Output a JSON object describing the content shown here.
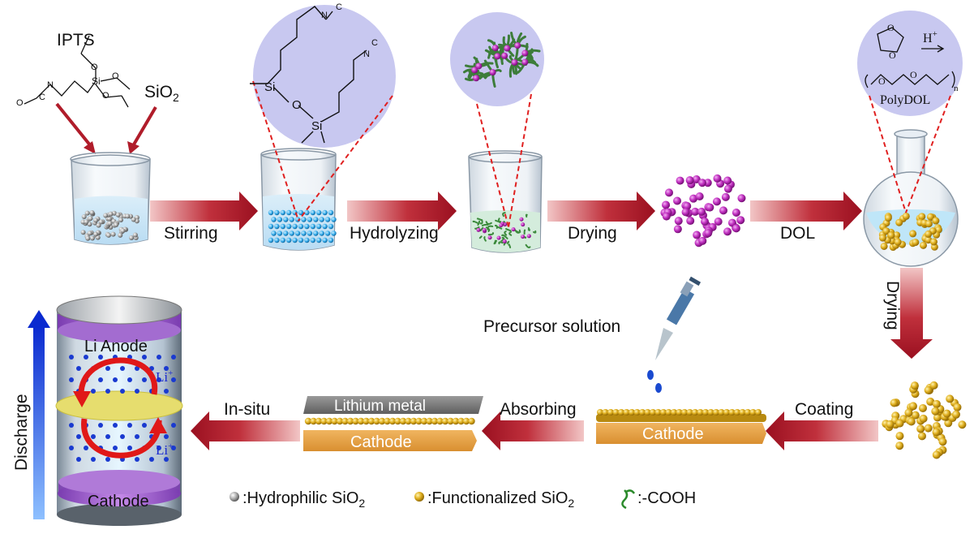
{
  "top_row": {
    "iupts_label": "IPTS",
    "sio2_label": "SiO",
    "sio2_sub": "2",
    "steps": [
      "Stirring",
      "Hydrolyzing",
      "Drying",
      "DOL"
    ],
    "molecule_labels": {
      "si": "Si",
      "o": "O",
      "n": "N",
      "c": "C"
    },
    "acid_label": "H",
    "acid_sup": "+",
    "polymer_label": "PolyDOL",
    "n_label": "n"
  },
  "right_column": {
    "drying_label": "Drying"
  },
  "bottom_row": {
    "precursor_label": "Precursor solution",
    "coating_label": "Coating",
    "absorbing_label": "Absorbing",
    "in_situ_label": "In-situ",
    "cathode_label": "Cathode",
    "lithium_metal_label": "Lithium metal"
  },
  "battery": {
    "discharge_label": "Discharge",
    "anode_label": "Li Anode",
    "cathode_label": "Cathode",
    "li_ion": "Li",
    "li_sup": "+"
  },
  "legend": {
    "hydrophilic": ":Hydrophilic SiO",
    "functionalized": ":Functionalized SiO",
    "sub": "2",
    "cooh": ":-COOH"
  },
  "colors": {
    "arrow": "#b01c2a",
    "zoom_circle": "#c8c8f0",
    "cathode_orange": "#e8a24a",
    "lithium_gray": "#7a7a7a",
    "gold": "#d9a520",
    "purple": "#c030c0",
    "battery_purple": "#9b4fc9",
    "discharge_blue": "#1e3fd0"
  }
}
